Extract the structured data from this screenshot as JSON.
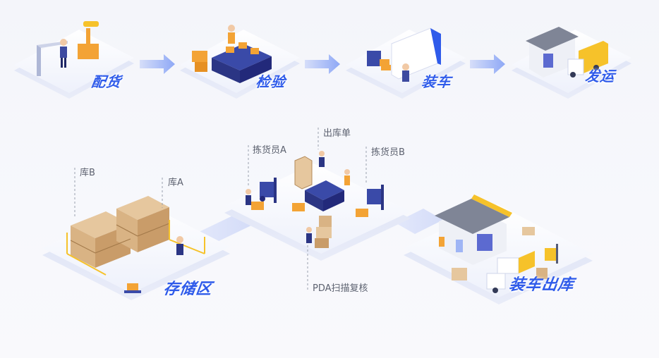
{
  "flow_top": {
    "steps": [
      {
        "label": "配货"
      },
      {
        "label": "检验"
      },
      {
        "label": "装车"
      },
      {
        "label": "发运"
      }
    ]
  },
  "flow_bottom": {
    "storage": {
      "label": "存储区",
      "annotations": [
        "库B",
        "库A"
      ]
    },
    "picking": {
      "annotations": [
        "拣货员A",
        "出库单",
        "拣货员B",
        "PDA扫描复核"
      ]
    },
    "loading": {
      "label": "装车出库"
    }
  },
  "colors": {
    "label_blue": "#2f5bea",
    "arrow_blue": "#8aa3f5",
    "tile_white": "#ffffff",
    "accent_orange": "#f3a335",
    "accent_yellow": "#f6c22a",
    "machine_navy": "#2b3584"
  }
}
